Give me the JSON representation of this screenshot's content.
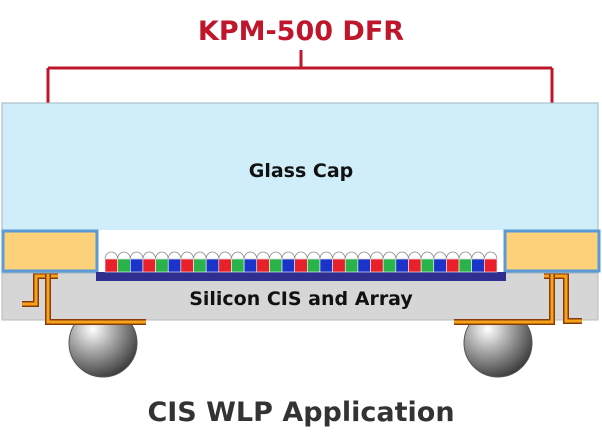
{
  "title": "KPM-500 DFR",
  "glass_label": "Glass Cap",
  "silicon_label": "Silicon CIS and Array",
  "caption": "CIS WLP Application",
  "colors": {
    "accent_red": "#c0162c",
    "glass_fill": "#cfeef9",
    "dfr_fill": "#fdd17a",
    "dfr_border": "#5b9bd5",
    "silicon_fill": "#d6d6d6",
    "array_base": "#2e2f8f",
    "lead_orange": "#f7a21b",
    "pixel_colors": [
      "#e8202a",
      "#2ab34a",
      "#1a33c9"
    ]
  },
  "pixel_count": 31,
  "icons": {
    "solder_ball": "solder-ball-icon",
    "microlens": "microlens-icon"
  }
}
